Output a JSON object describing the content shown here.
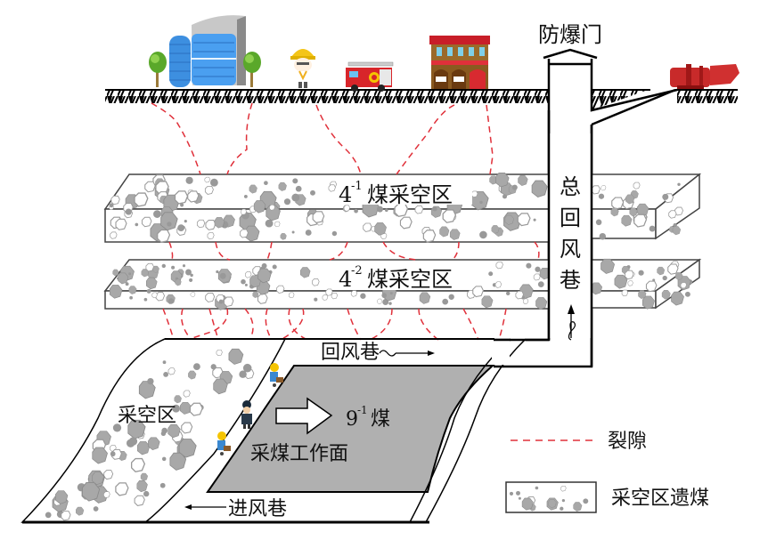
{
  "labels": {
    "blast_door": "防爆门",
    "main_return_shaft": [
      "总",
      "回",
      "风",
      "巷"
    ],
    "goaf_4_1": {
      "num": "4",
      "sup": "-1",
      "text": "煤采空区"
    },
    "goaf_4_2": {
      "num": "4",
      "sup": "-2",
      "text": "煤采空区"
    },
    "return_airway": "回风巷",
    "intake_airway": "进风巷",
    "goaf": "采空区",
    "coal_9_1": {
      "num": "9",
      "sup": "-1",
      "text": "煤"
    },
    "working_face": "采煤工作面"
  },
  "legend": {
    "items": [
      {
        "symbol": "dashed-red-line",
        "label": "裂隙"
      },
      {
        "symbol": "rubble-block",
        "label": "采空区遗煤"
      }
    ]
  },
  "surface_icons": [
    "tree-icon",
    "office-building-icon",
    "tree-icon",
    "worker-icon",
    "fire-truck-icon",
    "fire-station-icon",
    "mine-fan-icon"
  ],
  "colors": {
    "fracture": "#e0303a",
    "coal_face": "#b0b0b0",
    "rubble_fill": "#a8a8a8",
    "outline": "#111111"
  }
}
